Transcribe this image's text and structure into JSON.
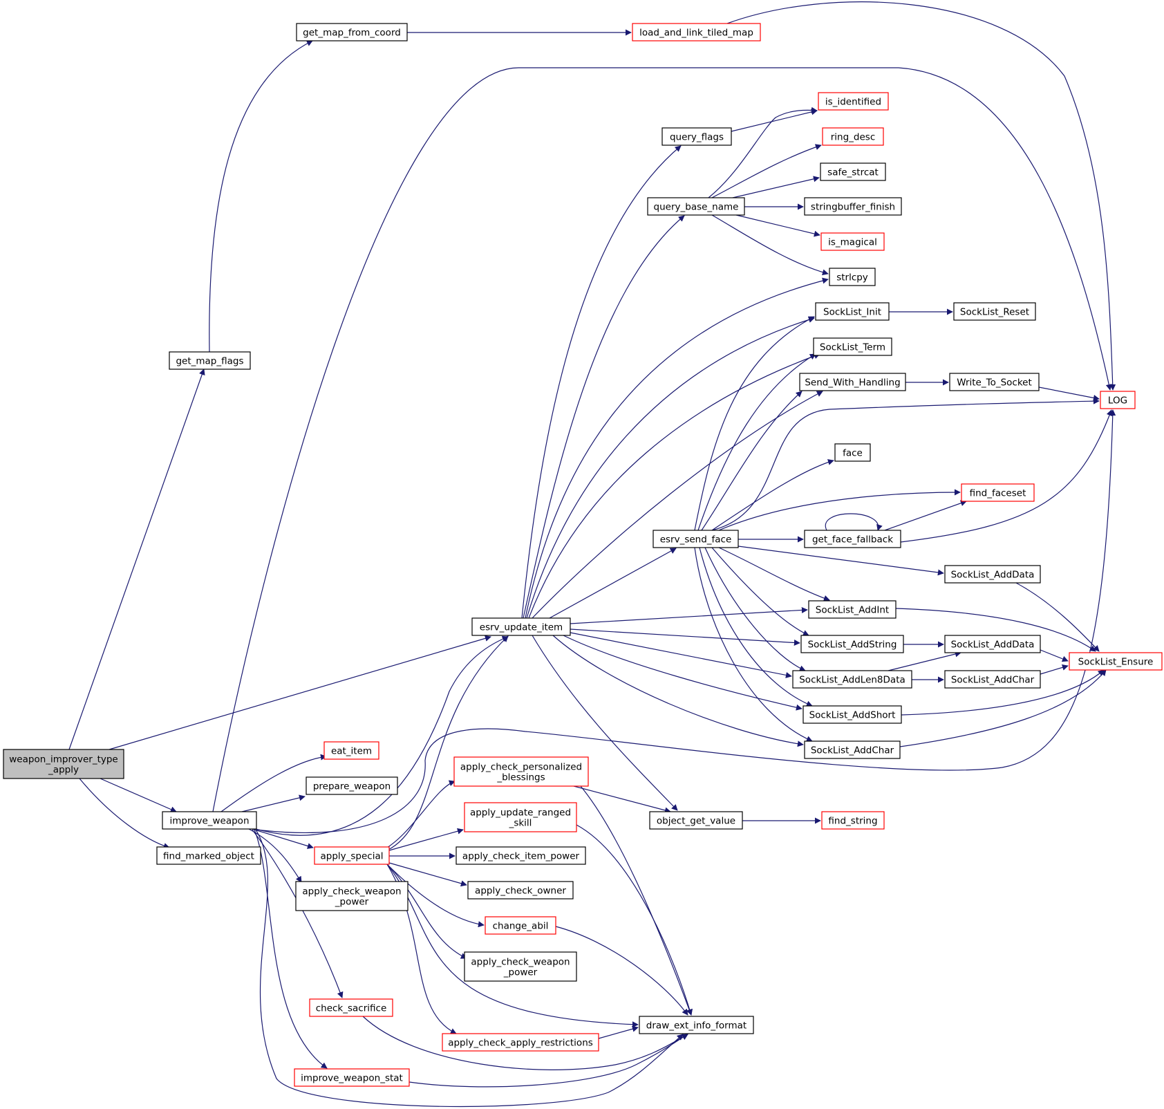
{
  "colors": {
    "edge": "#191970",
    "black_border": "#000000",
    "red_border": "#ff0000",
    "root_fill": "#bfbfbf",
    "node_fill": "#ffffff"
  },
  "nodes": {
    "weapon_improver": {
      "lines": [
        "weapon_improver_type",
        "_apply"
      ],
      "border": "black",
      "root": true
    },
    "get_map_flags": {
      "lines": [
        "get_map_flags"
      ],
      "border": "black"
    },
    "get_map_from_coord": {
      "lines": [
        "get_map_from_coord"
      ],
      "border": "black"
    },
    "load_and_link_tiled_map": {
      "lines": [
        "load_and_link_tiled_map"
      ],
      "border": "red"
    },
    "improve_weapon": {
      "lines": [
        "improve_weapon"
      ],
      "border": "black"
    },
    "find_marked_object": {
      "lines": [
        "find_marked_object"
      ],
      "border": "black"
    },
    "esrv_update_item": {
      "lines": [
        "esrv_update_item"
      ],
      "border": "black"
    },
    "eat_item": {
      "lines": [
        "eat_item"
      ],
      "border": "red"
    },
    "prepare_weapon": {
      "lines": [
        "prepare_weapon"
      ],
      "border": "black"
    },
    "apply_special": {
      "lines": [
        "apply_special"
      ],
      "border": "red"
    },
    "apply_check_weapon_power_1": {
      "lines": [
        "apply_check_weapon",
        "_power"
      ],
      "border": "black"
    },
    "check_sacrifice": {
      "lines": [
        "check_sacrifice"
      ],
      "border": "red"
    },
    "improve_weapon_stat": {
      "lines": [
        "improve_weapon_stat"
      ],
      "border": "red"
    },
    "apply_check_personalized_blessings": {
      "lines": [
        "apply_check_personalized",
        "_blessings"
      ],
      "border": "red"
    },
    "apply_update_ranged_skill": {
      "lines": [
        "apply_update_ranged",
        "_skill"
      ],
      "border": "red"
    },
    "apply_check_item_power": {
      "lines": [
        "apply_check_item_power"
      ],
      "border": "black"
    },
    "apply_check_owner": {
      "lines": [
        "apply_check_owner"
      ],
      "border": "black"
    },
    "change_abil": {
      "lines": [
        "change_abil"
      ],
      "border": "red"
    },
    "apply_check_weapon_power_2": {
      "lines": [
        "apply_check_weapon",
        "_power"
      ],
      "border": "black"
    },
    "apply_check_apply_restrictions": {
      "lines": [
        "apply_check_apply_restrictions"
      ],
      "border": "red"
    },
    "draw_ext_info_format": {
      "lines": [
        "draw_ext_info_format"
      ],
      "border": "black"
    },
    "query_flags": {
      "lines": [
        "query_flags"
      ],
      "border": "black"
    },
    "query_base_name": {
      "lines": [
        "query_base_name"
      ],
      "border": "black"
    },
    "esrv_send_face": {
      "lines": [
        "esrv_send_face"
      ],
      "border": "black"
    },
    "object_get_value": {
      "lines": [
        "object_get_value"
      ],
      "border": "black"
    },
    "is_identified": {
      "lines": [
        "is_identified"
      ],
      "border": "red"
    },
    "ring_desc": {
      "lines": [
        "ring_desc"
      ],
      "border": "red"
    },
    "safe_strcat": {
      "lines": [
        "safe_strcat"
      ],
      "border": "black"
    },
    "stringbuffer_finish": {
      "lines": [
        "stringbuffer_finish"
      ],
      "border": "black"
    },
    "is_magical": {
      "lines": [
        "is_magical"
      ],
      "border": "red"
    },
    "strlcpy": {
      "lines": [
        "strlcpy"
      ],
      "border": "black"
    },
    "SockList_Init": {
      "lines": [
        "SockList_Init"
      ],
      "border": "black"
    },
    "SockList_Term": {
      "lines": [
        "SockList_Term"
      ],
      "border": "black"
    },
    "Send_With_Handling": {
      "lines": [
        "Send_With_Handling"
      ],
      "border": "black"
    },
    "face": {
      "lines": [
        "face"
      ],
      "border": "black"
    },
    "get_face_fallback": {
      "lines": [
        "get_face_fallback"
      ],
      "border": "black"
    },
    "SockList_AddInt": {
      "lines": [
        "SockList_AddInt"
      ],
      "border": "black"
    },
    "SockList_AddString": {
      "lines": [
        "SockList_AddString"
      ],
      "border": "black"
    },
    "SockList_AddLen8Data": {
      "lines": [
        "SockList_AddLen8Data"
      ],
      "border": "black"
    },
    "SockList_AddShort": {
      "lines": [
        "SockList_AddShort"
      ],
      "border": "black"
    },
    "SockList_AddChar_1": {
      "lines": [
        "SockList_AddChar"
      ],
      "border": "black"
    },
    "find_string": {
      "lines": [
        "find_string"
      ],
      "border": "red"
    },
    "SockList_Reset": {
      "lines": [
        "SockList_Reset"
      ],
      "border": "black"
    },
    "Write_To_Socket": {
      "lines": [
        "Write_To_Socket"
      ],
      "border": "black"
    },
    "LOG": {
      "lines": [
        "LOG"
      ],
      "border": "red"
    },
    "find_faceset": {
      "lines": [
        "find_faceset"
      ],
      "border": "red"
    },
    "SockList_AddData_1": {
      "lines": [
        "SockList_AddData"
      ],
      "border": "black"
    },
    "SockList_AddData_2": {
      "lines": [
        "SockList_AddData"
      ],
      "border": "black"
    },
    "SockList_AddChar_2": {
      "lines": [
        "SockList_AddChar"
      ],
      "border": "black"
    },
    "SockList_Ensure": {
      "lines": [
        "SockList_Ensure"
      ],
      "border": "red"
    }
  }
}
